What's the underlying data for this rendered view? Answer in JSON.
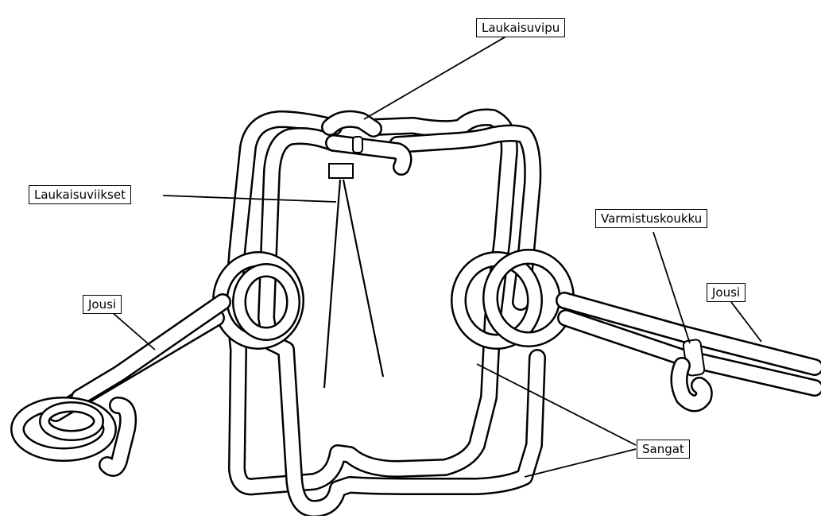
{
  "labels": {
    "trigger_lever": "Laukaisuvipu",
    "trigger_whiskers": "Laukaisuviikset",
    "safety_hook": "Varmistuskoukku",
    "spring_left": "Jousi",
    "spring_right": "Jousi",
    "jaws": "Sangat"
  }
}
